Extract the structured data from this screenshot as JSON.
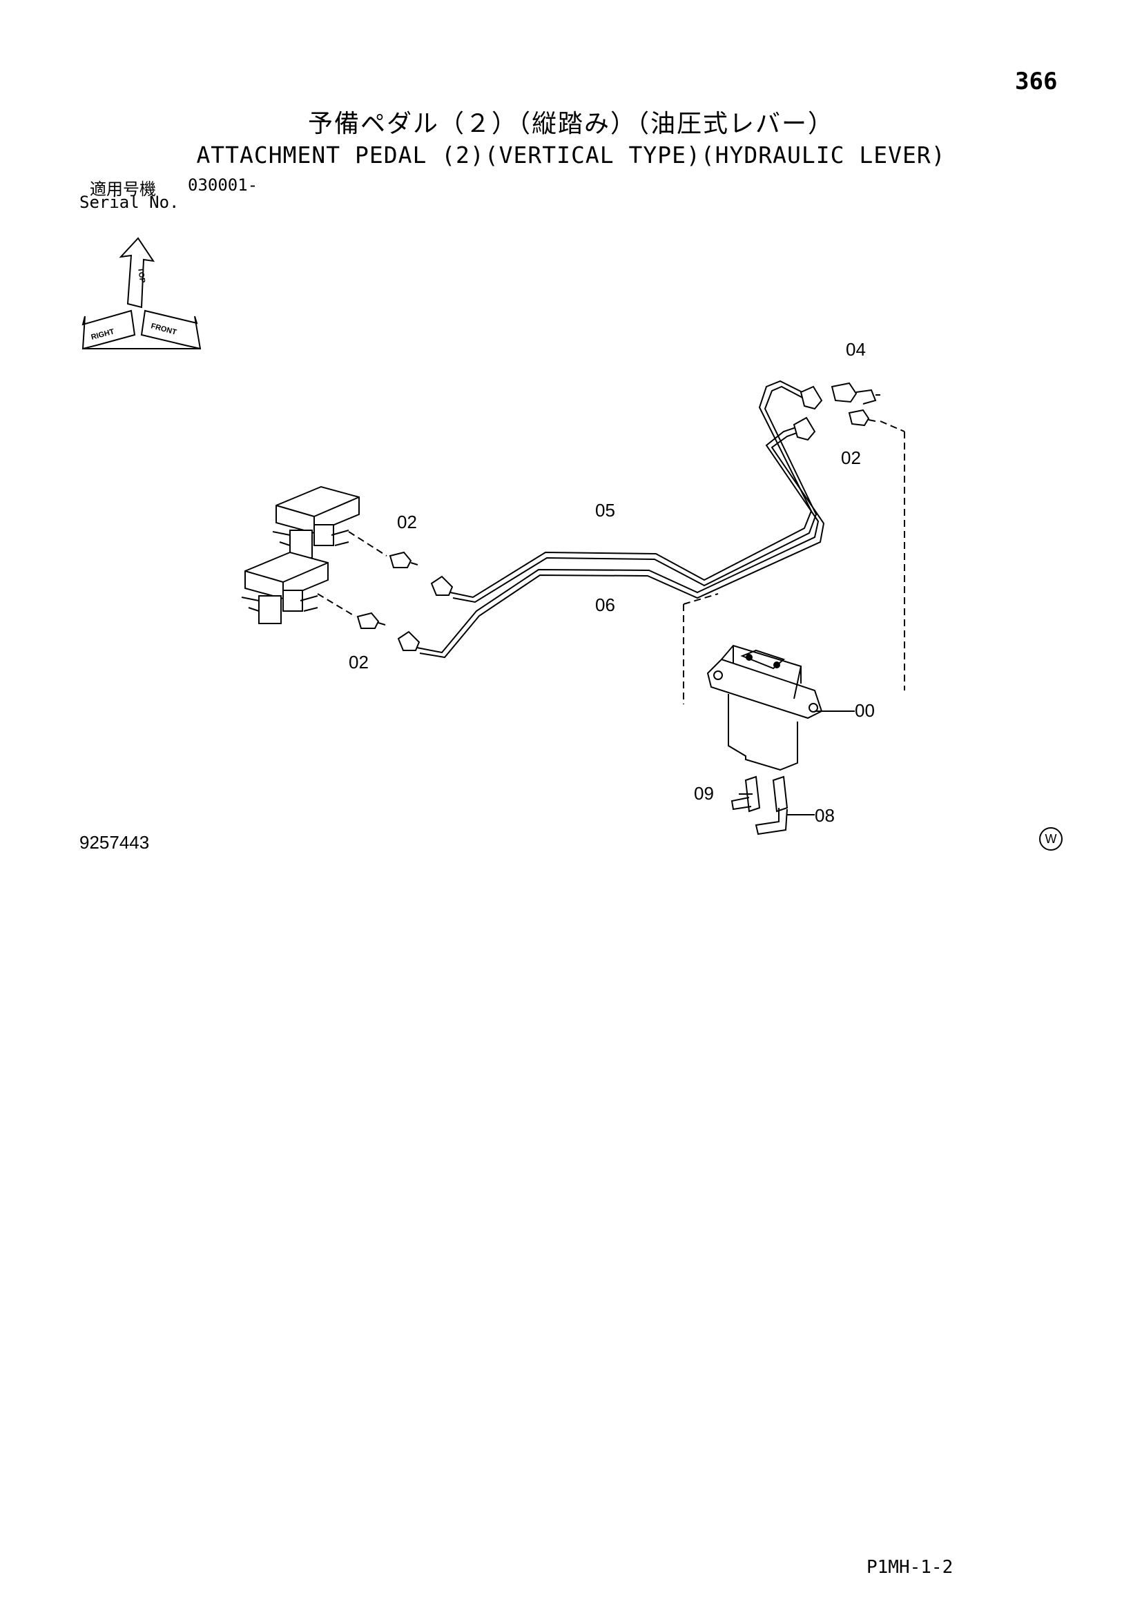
{
  "page_number": "366",
  "title_jp": "予備ペダル（２）（縦踏み）（油圧式レバー）",
  "title_en": "ATTACHMENT PEDAL (2)(VERTICAL TYPE)(HYDRAULIC LEVER)",
  "serial": {
    "label_jp": "適用号機",
    "value": "030001-",
    "label_en": "Serial No."
  },
  "orientation": {
    "top": "TOP",
    "front": "FRONT",
    "right": "RIGHT"
  },
  "parts": {
    "p04": "04",
    "p02_top_right": "02",
    "p02_left_upper": "02",
    "p05": "05",
    "p06": "06",
    "p02_left_lower": "02",
    "p00": "00",
    "p09": "09",
    "p08": "08"
  },
  "drawing_number": "9257443",
  "brand_mark": "W",
  "page_code": "P1MH-1-2"
}
